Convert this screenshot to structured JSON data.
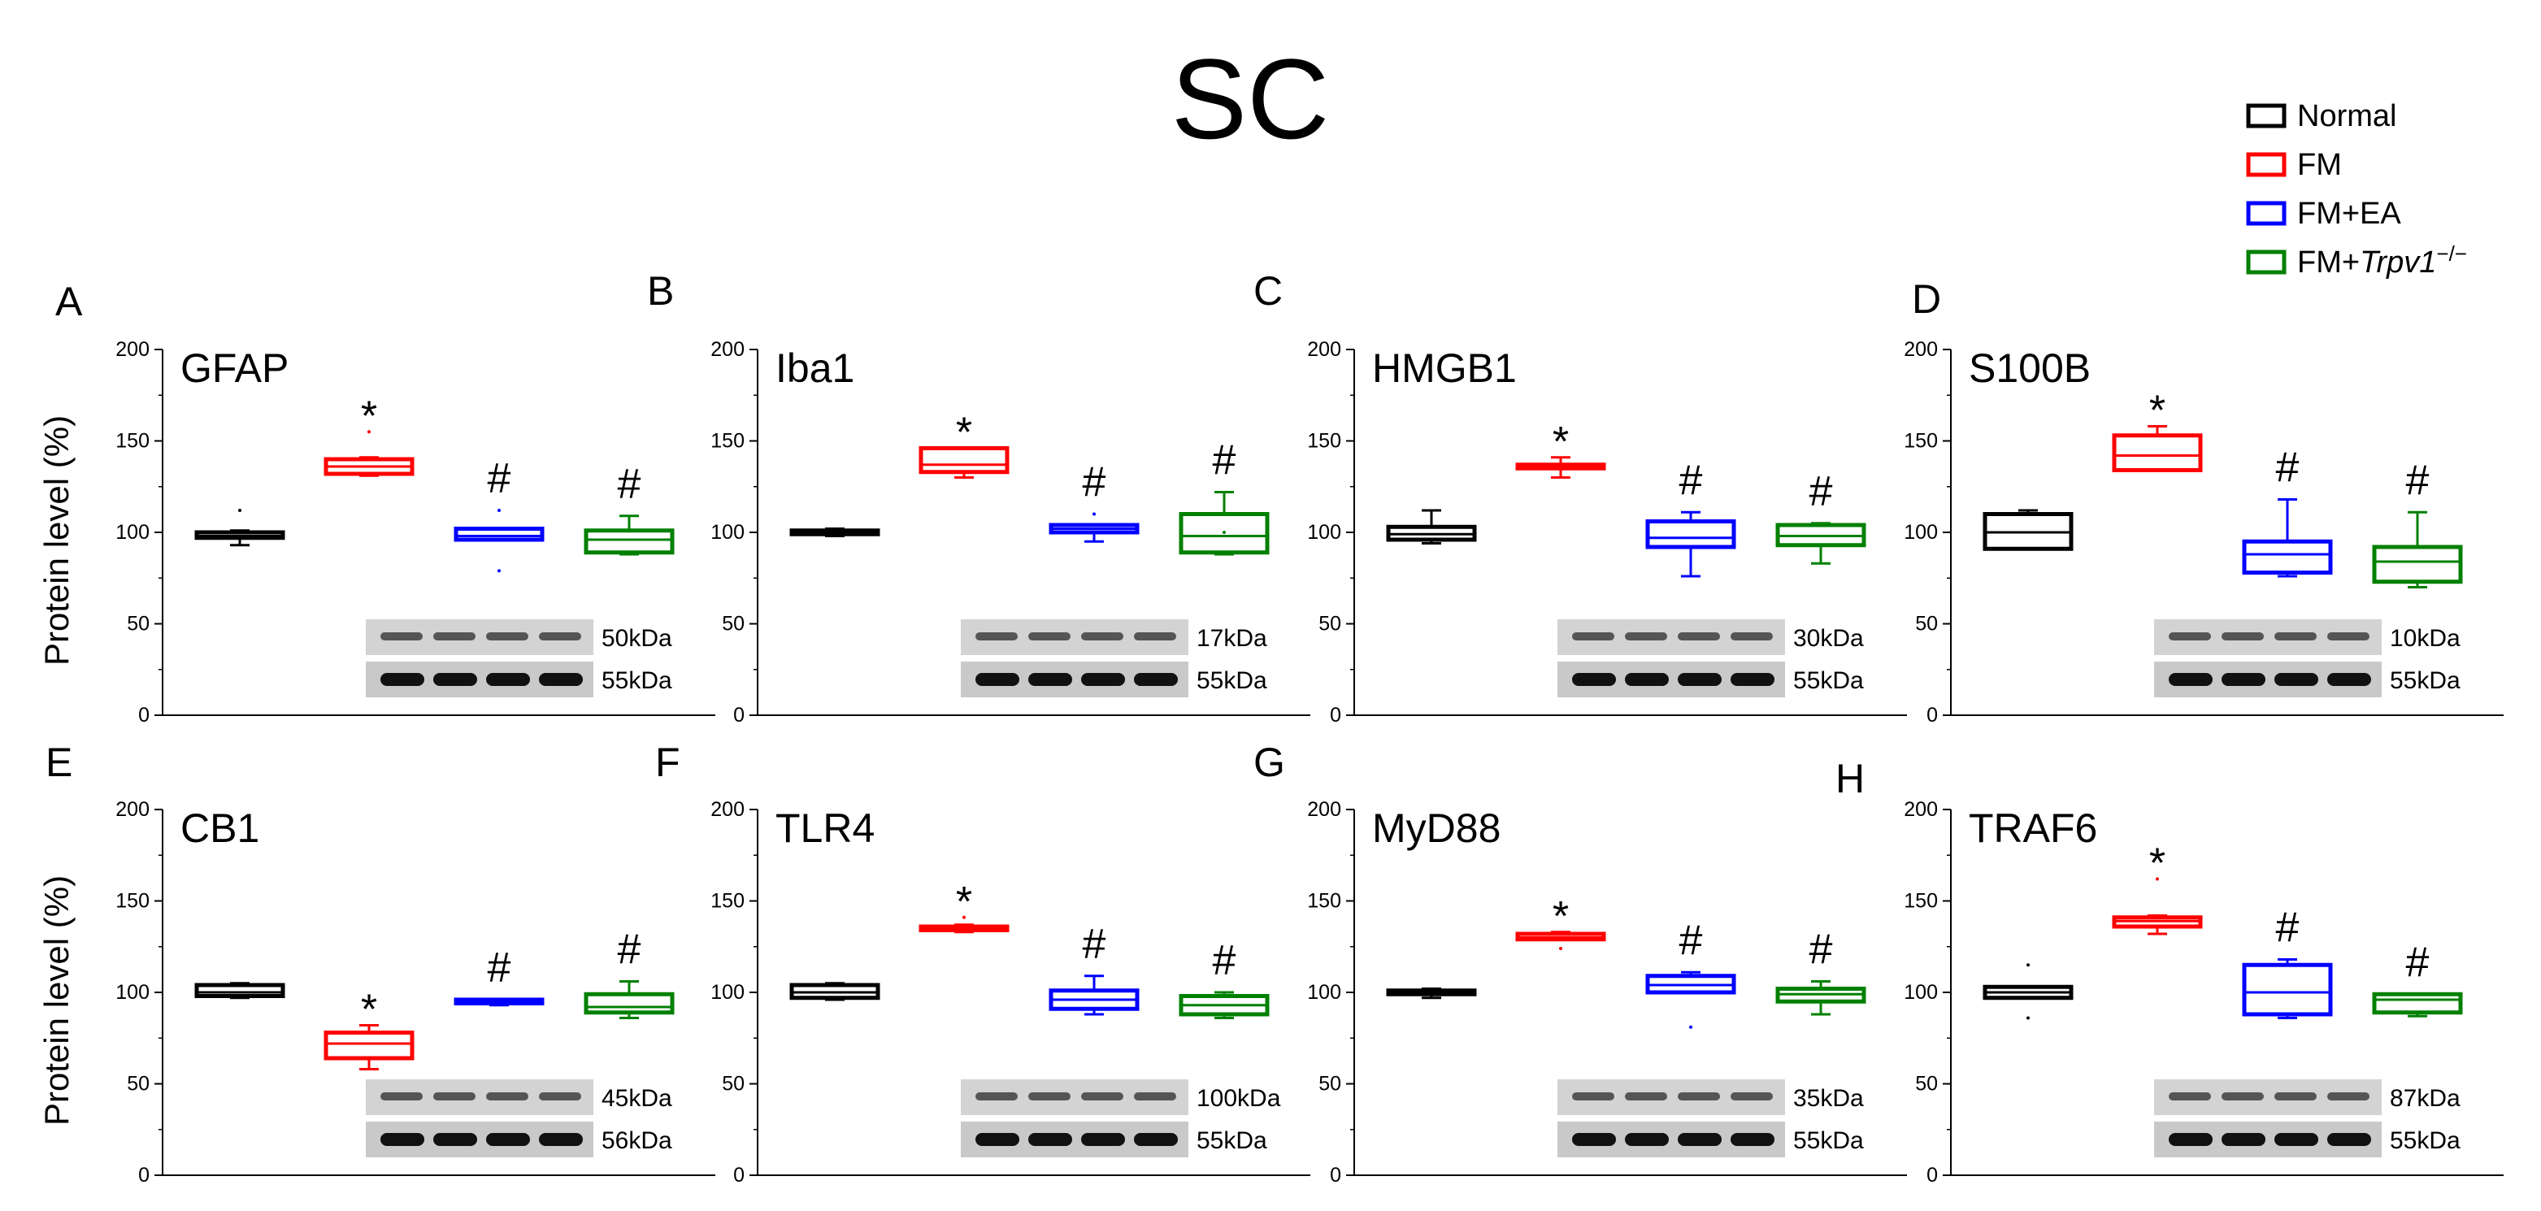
{
  "figure_title": "SC",
  "legend": [
    {
      "label": "Normal",
      "color": "#000000",
      "italic_part": "",
      "suffix": ""
    },
    {
      "label": "FM",
      "color": "#ff0000",
      "italic_part": "",
      "suffix": ""
    },
    {
      "label": "FM+EA",
      "color": "#0000ff",
      "italic_part": "",
      "suffix": ""
    },
    {
      "label": "FM+",
      "color": "#008000",
      "italic_part": "Trpv1",
      "suffix": "−/−"
    }
  ],
  "ylabel": "Protein level (%)",
  "yticks": [
    "0",
    "50",
    "100",
    "150",
    "200"
  ],
  "chart_data": [
    {
      "type": "box",
      "panel": "A",
      "title": "GFAP",
      "ylim": [
        0,
        200
      ],
      "kda": [
        "50kDa",
        "55kDa"
      ],
      "groups": [
        {
          "min": 93,
          "q1": 97,
          "median": 98,
          "q3": 100,
          "max": 101,
          "outliers": [
            112
          ],
          "mark": ""
        },
        {
          "min": 131,
          "q1": 132,
          "median": 136,
          "q3": 140,
          "max": 141,
          "outliers": [
            155
          ],
          "mark": "*"
        },
        {
          "min": 96,
          "q1": 96,
          "median": 98,
          "q3": 102,
          "max": 102,
          "outliers": [
            79,
            112
          ],
          "mark": "#"
        },
        {
          "min": 88,
          "q1": 89,
          "median": 96,
          "q3": 101,
          "max": 109,
          "outliers": [],
          "mark": "#"
        }
      ]
    },
    {
      "type": "box",
      "panel": "B",
      "title": "Iba1",
      "ylim": [
        0,
        200
      ],
      "kda": [
        "17kDa",
        "55kDa"
      ],
      "groups": [
        {
          "min": 98,
          "q1": 99,
          "median": 100,
          "q3": 101,
          "max": 102,
          "outliers": [],
          "mark": ""
        },
        {
          "min": 130,
          "q1": 133,
          "median": 137,
          "q3": 146,
          "max": 146,
          "outliers": [],
          "mark": "*"
        },
        {
          "min": 95,
          "q1": 100,
          "median": 102,
          "q3": 104,
          "max": 104,
          "outliers": [
            110
          ],
          "mark": "#"
        },
        {
          "min": 88,
          "q1": 89,
          "median": 98,
          "q3": 110,
          "max": 122,
          "outliers": [
            100
          ],
          "mark": "#"
        }
      ]
    },
    {
      "type": "box",
      "panel": "C",
      "title": "HMGB1",
      "ylim": [
        0,
        200
      ],
      "kda": [
        "30kDa",
        "55kDa"
      ],
      "groups": [
        {
          "min": 94,
          "q1": 96,
          "median": 99,
          "q3": 103,
          "max": 112,
          "outliers": [],
          "mark": ""
        },
        {
          "min": 130,
          "q1": 135,
          "median": 136,
          "q3": 137,
          "max": 141,
          "outliers": [],
          "mark": "*"
        },
        {
          "min": 76,
          "q1": 92,
          "median": 97,
          "q3": 106,
          "max": 111,
          "outliers": [],
          "mark": "#"
        },
        {
          "min": 83,
          "q1": 93,
          "median": 98,
          "q3": 104,
          "max": 105,
          "outliers": [],
          "mark": "#"
        }
      ]
    },
    {
      "type": "box",
      "panel": "D",
      "title": "S100B",
      "ylim": [
        0,
        200
      ],
      "kda": [
        "10kDa",
        "55kDa"
      ],
      "groups": [
        {
          "min": 91,
          "q1": 91,
          "median": 100,
          "q3": 110,
          "max": 112,
          "outliers": [],
          "mark": ""
        },
        {
          "min": 134,
          "q1": 134,
          "median": 142,
          "q3": 153,
          "max": 158,
          "outliers": [],
          "mark": "*"
        },
        {
          "min": 76,
          "q1": 78,
          "median": 88,
          "q3": 95,
          "max": 118,
          "outliers": [],
          "mark": "#"
        },
        {
          "min": 70,
          "q1": 73,
          "median": 84,
          "q3": 92,
          "max": 111,
          "outliers": [],
          "mark": "#"
        }
      ]
    },
    {
      "type": "box",
      "panel": "E",
      "title": "CB1",
      "ylim": [
        0,
        200
      ],
      "kda": [
        "45kDa",
        "56kDa"
      ],
      "groups": [
        {
          "min": 97,
          "q1": 98,
          "median": 100,
          "q3": 104,
          "max": 105,
          "outliers": [],
          "mark": ""
        },
        {
          "min": 58,
          "q1": 64,
          "median": 72,
          "q3": 78,
          "max": 82,
          "outliers": [],
          "mark": "*"
        },
        {
          "min": 93,
          "q1": 94,
          "median": 95,
          "q3": 96,
          "max": 96,
          "outliers": [],
          "mark": "#"
        },
        {
          "min": 86,
          "q1": 89,
          "median": 92,
          "q3": 99,
          "max": 106,
          "outliers": [],
          "mark": "#"
        }
      ]
    },
    {
      "type": "box",
      "panel": "F",
      "title": "TLR4",
      "ylim": [
        0,
        200
      ],
      "kda": [
        "100kDa",
        "55kDa"
      ],
      "groups": [
        {
          "min": 96,
          "q1": 97,
          "median": 100,
          "q3": 104,
          "max": 105,
          "outliers": [],
          "mark": ""
        },
        {
          "min": 133,
          "q1": 134,
          "median": 135,
          "q3": 136,
          "max": 137,
          "outliers": [
            141
          ],
          "mark": "*"
        },
        {
          "min": 88,
          "q1": 91,
          "median": 96,
          "q3": 101,
          "max": 109,
          "outliers": [],
          "mark": "#"
        },
        {
          "min": 86,
          "q1": 88,
          "median": 93,
          "q3": 98,
          "max": 100,
          "outliers": [],
          "mark": "#"
        }
      ]
    },
    {
      "type": "box",
      "panel": "G",
      "title": "MyD88",
      "ylim": [
        0,
        200
      ],
      "kda": [
        "35kDa",
        "55kDa"
      ],
      "groups": [
        {
          "min": 97,
          "q1": 99,
          "median": 100,
          "q3": 101,
          "max": 102,
          "outliers": [],
          "mark": ""
        },
        {
          "min": 129,
          "q1": 129,
          "median": 130,
          "q3": 132,
          "max": 133,
          "outliers": [
            124
          ],
          "mark": "*"
        },
        {
          "min": 100,
          "q1": 100,
          "median": 104,
          "q3": 109,
          "max": 111,
          "outliers": [
            81
          ],
          "mark": "#"
        },
        {
          "min": 88,
          "q1": 95,
          "median": 99,
          "q3": 102,
          "max": 106,
          "outliers": [],
          "mark": "#"
        }
      ]
    },
    {
      "type": "box",
      "panel": "H",
      "title": "TRAF6",
      "ylim": [
        0,
        200
      ],
      "kda": [
        "87kDa",
        "55kDa"
      ],
      "groups": [
        {
          "min": 97,
          "q1": 97,
          "median": 100,
          "q3": 103,
          "max": 103,
          "outliers": [
            86,
            115
          ],
          "mark": ""
        },
        {
          "min": 132,
          "q1": 136,
          "median": 139,
          "q3": 141,
          "max": 142,
          "outliers": [
            162
          ],
          "mark": "*"
        },
        {
          "min": 86,
          "q1": 88,
          "median": 100,
          "q3": 115,
          "max": 118,
          "outliers": [],
          "mark": "#"
        },
        {
          "min": 87,
          "q1": 89,
          "median": 96,
          "q3": 99,
          "max": 99,
          "outliers": [],
          "mark": "#"
        }
      ]
    }
  ]
}
